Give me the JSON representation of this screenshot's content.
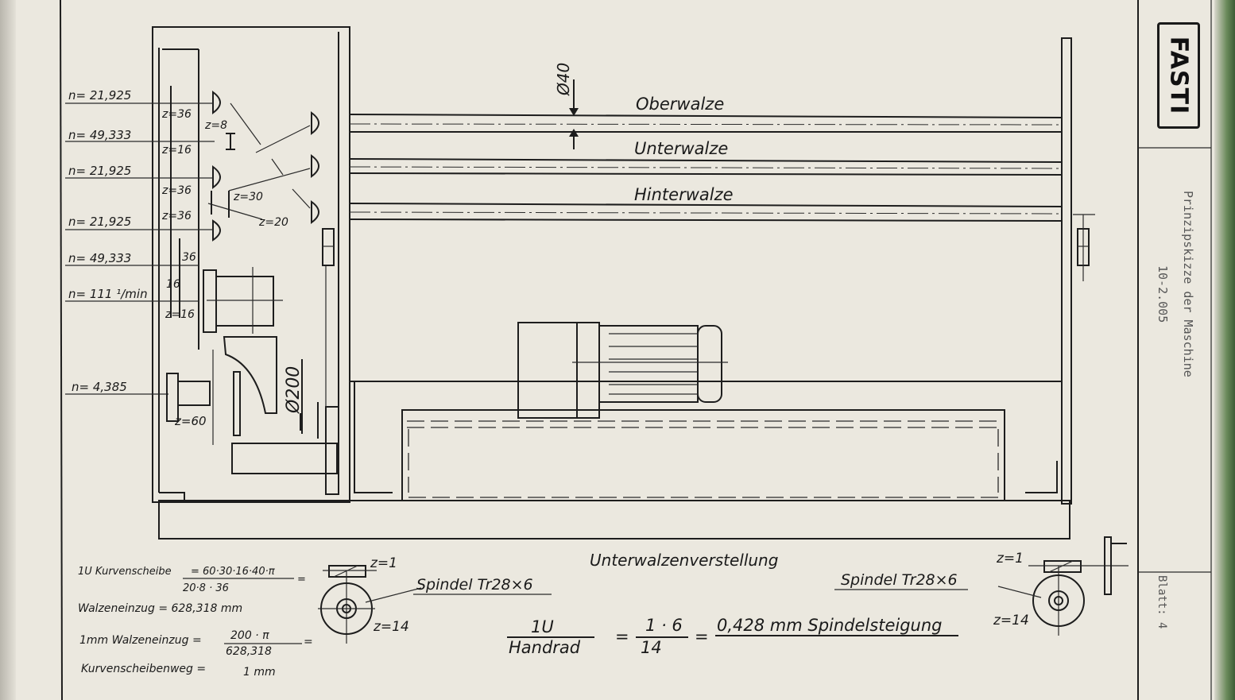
{
  "logo": "FASTI",
  "title_block": {
    "title": "Prinzipskizze der Maschine",
    "number": "10-2.005",
    "sheet": "Blatt: 4"
  },
  "rollers": [
    "Oberwalze",
    "Unterwalze",
    "Hinterwalze"
  ],
  "diameter_top": "Ø40",
  "diameter_cam": "Ø200",
  "speeds": [
    "n= 21,925",
    "n= 49,333",
    "n= 21,925",
    "n= 21,925",
    "n= 49,333",
    "n= 111 ¹/min",
    "n= 4,385"
  ],
  "teeth": [
    "z=36",
    "z=16",
    "z=36",
    "z=36",
    "36",
    "16",
    "z=16"
  ],
  "gear_labels": {
    "z8": "z=8",
    "z30": "z=30",
    "z20": "z=20",
    "z60": "z=60"
  },
  "adjustment": {
    "title": "Unterwalzenverstellung",
    "z1_left": "z=1",
    "z14_left": "z=14",
    "spindle_left": "Spindel Tr28×6",
    "z1_right": "z=1",
    "z14_right": "z=14",
    "spindle_right": "Spindel Tr28×6"
  },
  "formulas": {
    "kurven_label": "1U Kurvenscheibe",
    "kurven_num": "= 60·30·16·40·π",
    "kurven_den": "20·8 · 36",
    "eq": "=",
    "walzeneinzug": "Walzeneinzug = 628,318 mm",
    "mm_label": "1mm Walzeneinzug =",
    "mm_num": "200 · π",
    "mm_den": "628,318",
    "kurvenweg_label": "Kurvenscheibenweg =",
    "kurvenweg_value": "1 mm",
    "handrad_num": "1U",
    "handrad_den": "Handrad",
    "ratio_num": "1 · 6",
    "ratio_den": "14",
    "result": "0,428 mm Spindelsteigung"
  }
}
